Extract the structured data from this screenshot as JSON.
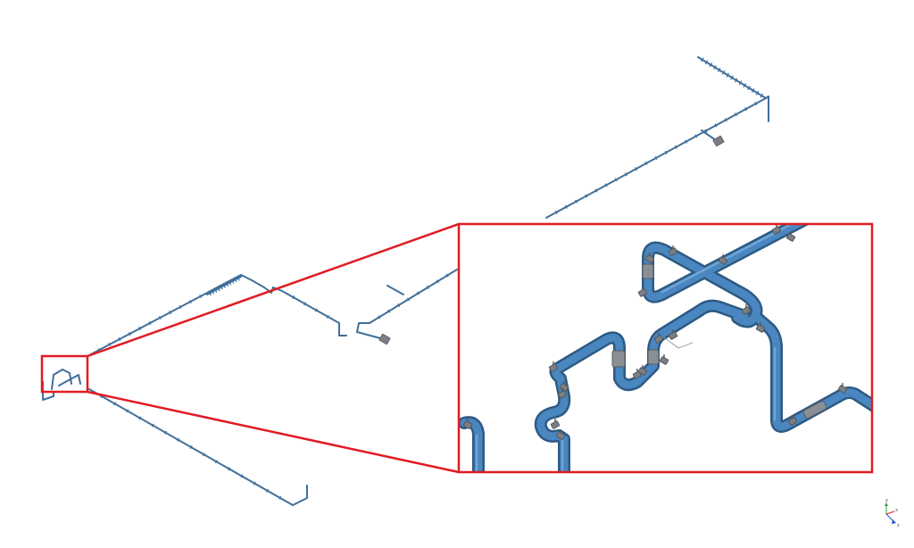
{
  "colors": {
    "pipe": "#3f6f9a",
    "pipe_light": "#4a86bf",
    "pipe_dark": "#2d5a84",
    "fitting": "#7b7f85",
    "fitting_dark": "#55585c",
    "callout": "#e11b22",
    "background": "#ffffff",
    "axis_y": "#2aa43a",
    "axis_x": "#e11b22",
    "axis_z": "#1f4fd6"
  },
  "axis_triad": {
    "y_label": "y",
    "x_label": "x",
    "z_label": "z"
  },
  "icons": {
    "axis_triad": "coordinate-axes-icon",
    "valve": "valve-icon",
    "flange": "flange-icon"
  }
}
